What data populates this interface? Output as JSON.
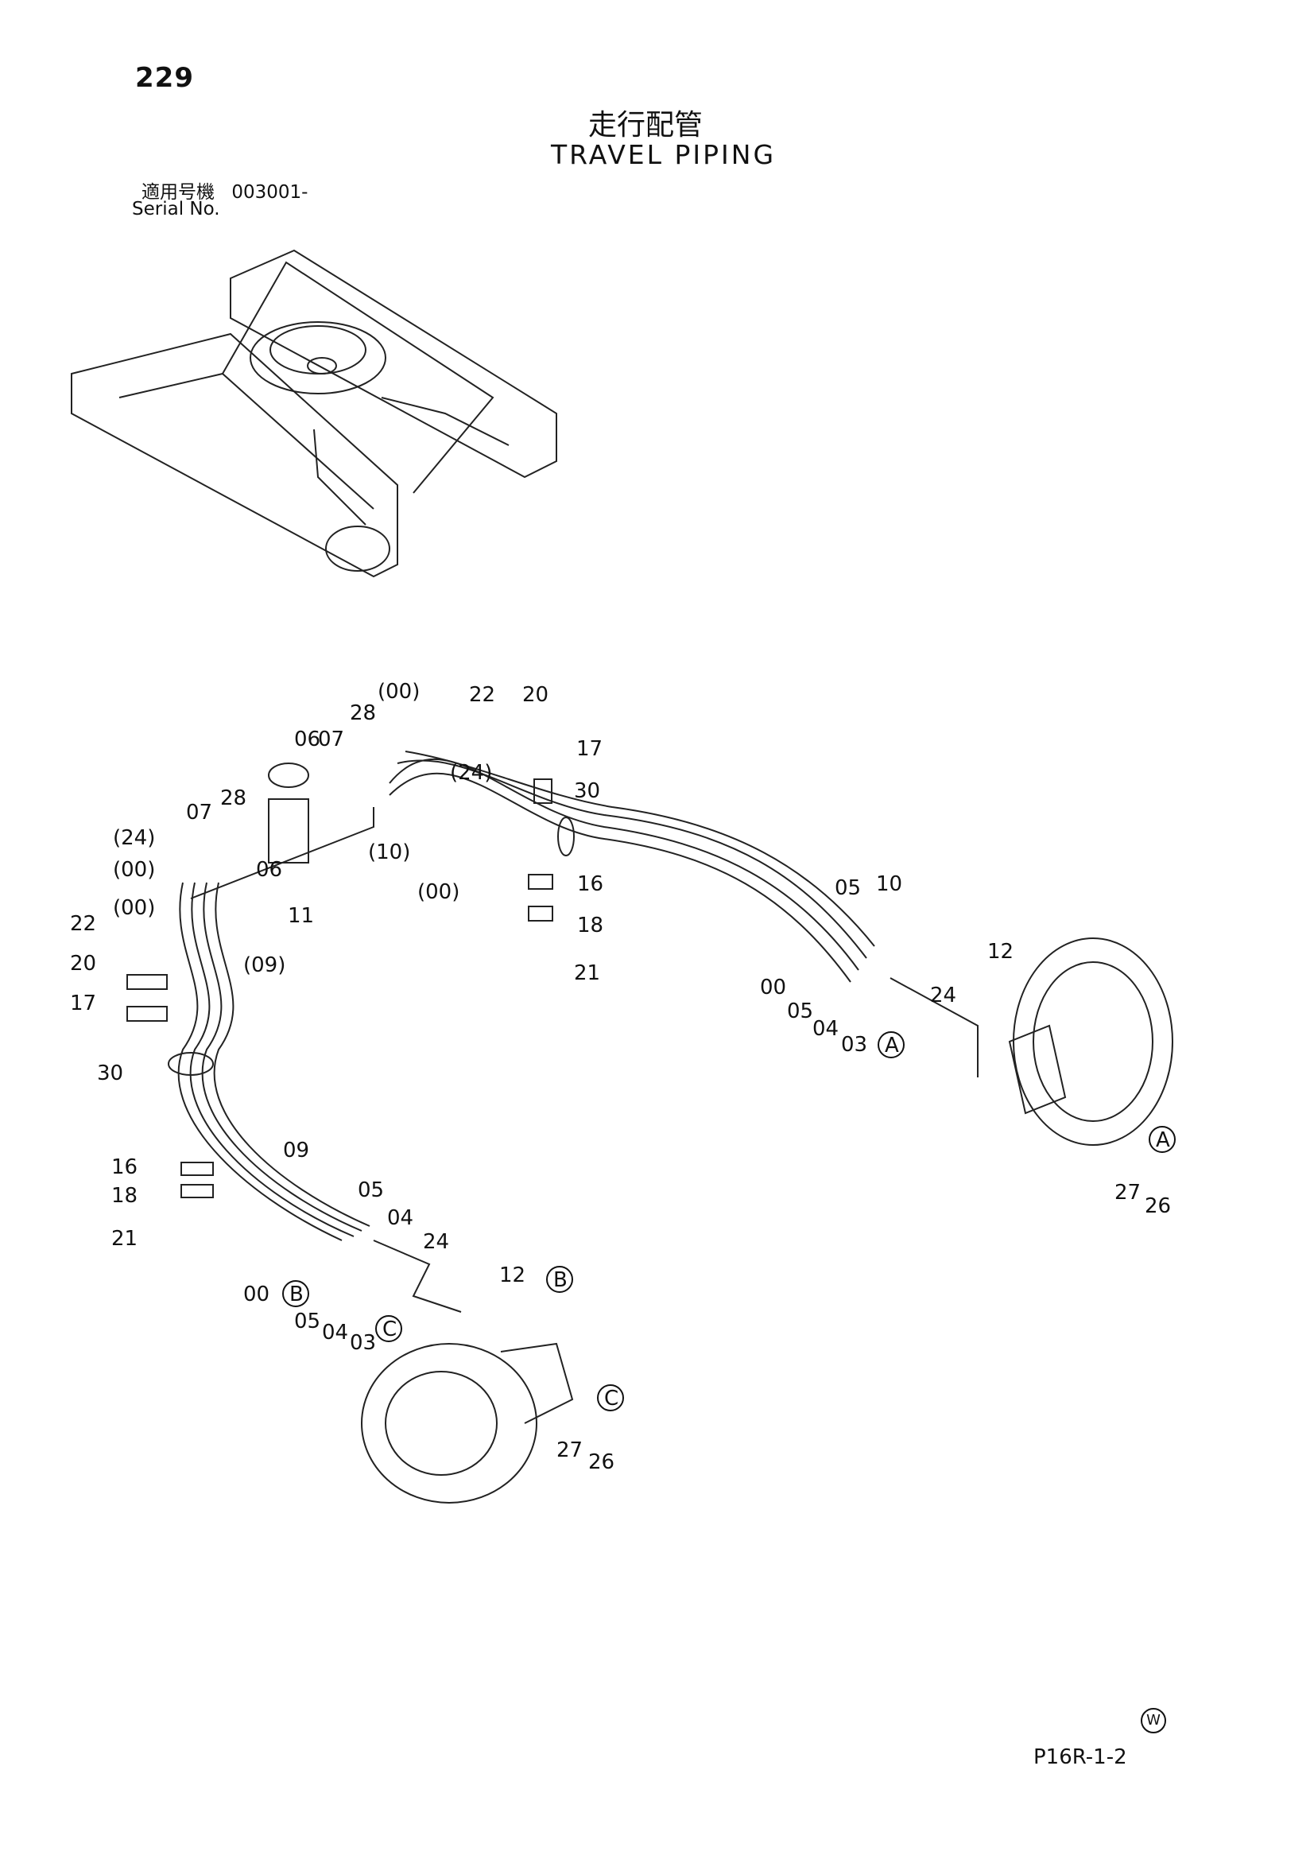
{
  "page_number": "229",
  "title_jp": "走行配管",
  "title_en": "TRAVEL PIPING",
  "serial_label_jp": "適用号機",
  "serial_number": "003001-",
  "serial_label_en": "Serial No.",
  "footer_code": "P16R-1-2",
  "corner_mark": "W",
  "callouts": {
    "c00a": "(00)",
    "c22a": "22",
    "c20a": "20",
    "c17a": "17",
    "c30a": "30",
    "c07a": "07",
    "c28a": "28",
    "c06a": "06",
    "c24a": "(24)",
    "c28b": "28",
    "c07b": "07",
    "c24b": "(24)",
    "c00b": "(00)",
    "c00c": "(00)",
    "c06b": "06",
    "c10a": "(10)",
    "c00d": "(00)",
    "c11": "11",
    "c16a": "16",
    "c18a": "18",
    "c21a": "21",
    "c22b": "22",
    "c09a": "(09)",
    "c20b": "20",
    "c17b": "17",
    "c30b": "30",
    "c05a": "05",
    "c10b": "10",
    "c12a": "12",
    "c00e": "00",
    "c05b": "05",
    "c24c": "24",
    "c04a": "04",
    "c03a": "03",
    "c27a": "27",
    "c26a": "26",
    "c16b": "16",
    "c09b": "09",
    "c18b": "18",
    "c21b": "21",
    "c05c": "05",
    "c04b": "04",
    "c24d": "24",
    "c12b": "12",
    "c00f": "00",
    "c05d": "05",
    "c04c": "04",
    "c03b": "03",
    "c27b": "27",
    "c26b": "26"
  },
  "view_markers": {
    "a1": "A",
    "a2": "A",
    "b1": "B",
    "b2": "B",
    "cc1": "C",
    "cc2": "C"
  }
}
